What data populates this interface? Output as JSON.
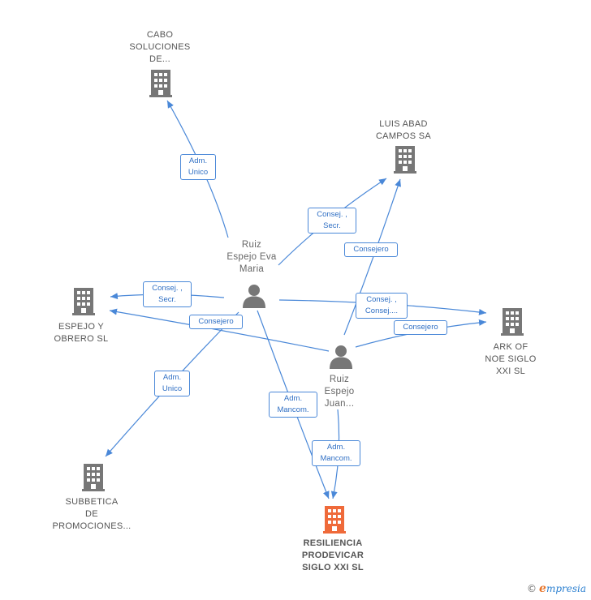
{
  "colors": {
    "edge": "#4a88d8",
    "company": "#777777",
    "focus": "#ef6a3a",
    "person": "#777777"
  },
  "nodes": {
    "cabo": {
      "lines": [
        "CABO",
        "SOLUCIONES",
        "DE..."
      ]
    },
    "luis": {
      "lines": [
        "LUIS ABAD",
        "CAMPOS SA"
      ]
    },
    "espejo_obrero": {
      "lines": [
        "ESPEJO Y",
        "OBRERO SL"
      ]
    },
    "ark": {
      "lines": [
        "ARK OF",
        "NOE SIGLO",
        "XXI SL"
      ]
    },
    "subbetica": {
      "lines": [
        "SUBBETICA",
        "DE",
        "PROMOCIONES..."
      ]
    },
    "resiliencia": {
      "lines": [
        "RESILIENCIA",
        "PRODEVICAR",
        "SIGLO XXI  SL"
      ]
    },
    "eva": {
      "lines": [
        "Ruiz",
        "Espejo Eva",
        "Maria"
      ]
    },
    "juan": {
      "lines": [
        "Ruiz",
        "Espejo",
        "Juan..."
      ]
    }
  },
  "edges": {
    "eva_cabo": [
      "Adm.",
      "Unico"
    ],
    "eva_luis": [
      "Consej. ,",
      "Secr."
    ],
    "juan_luis": [
      "Consejero"
    ],
    "eva_espejo": [
      "Consej. ,",
      "Secr."
    ],
    "juan_espejo": [
      "Consejero"
    ],
    "eva_ark": [
      "Consej. ,",
      "Consej...."
    ],
    "juan_ark": [
      "Consejero"
    ],
    "eva_subbetica": [
      "Adm.",
      "Unico"
    ],
    "eva_resiliencia": [
      "Adm.",
      "Mancom."
    ],
    "juan_resiliencia": [
      "Adm.",
      "Mancom."
    ]
  },
  "footer": {
    "copyright": "©",
    "brand_initial": "e",
    "brand_rest": "mpresia"
  }
}
